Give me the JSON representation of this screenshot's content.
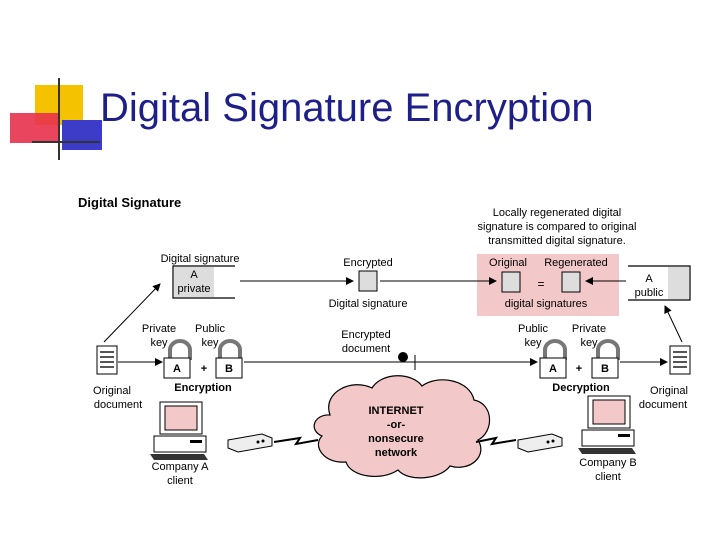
{
  "slide": {
    "title": "Digital Signature Encryption"
  },
  "diagram": {
    "heading": "Digital Signature",
    "note": [
      "Locally regenerated digital",
      "signature is compared to original",
      "transmitted digital signature."
    ],
    "original_label": "Original",
    "regenerated_label": "Regenerated",
    "equals_sign": "=",
    "digital_signatures_label": "digital signatures",
    "left_signature": {
      "title": "Digital signature",
      "line1": "A",
      "line2": "private"
    },
    "encrypted_label": "Encrypted",
    "digital_signature_label": "Digital signature",
    "right_public": {
      "line1": "A",
      "line2": "public"
    },
    "left_keys": {
      "private": [
        "Private",
        "key"
      ],
      "public": [
        "Public",
        "key"
      ],
      "a": "A",
      "plus": "+",
      "b": "B",
      "caption": "Encryption"
    },
    "right_keys": {
      "public": [
        "Public",
        "key"
      ],
      "private": [
        "Private",
        "key"
      ],
      "a": "A",
      "plus": "+",
      "b": "B",
      "caption": "Decryption"
    },
    "encrypted_document": [
      "Encrypted",
      "document"
    ],
    "left_document": [
      "Original",
      "document"
    ],
    "right_document": [
      "Original",
      "document"
    ],
    "cloud": [
      "INTERNET",
      "-or-",
      "nonsecure",
      "network"
    ],
    "company_a": [
      "Company A",
      "client"
    ],
    "company_b": [
      "Company B",
      "client"
    ]
  }
}
